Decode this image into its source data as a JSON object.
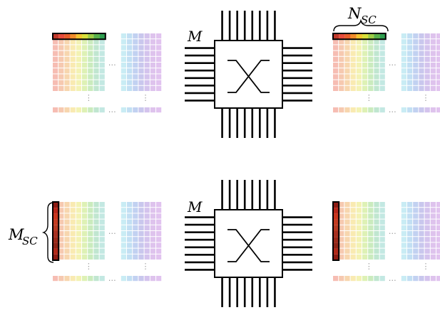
{
  "labels": {
    "m": "M",
    "n_sc_main": "N",
    "n_sc_sub": "SC",
    "m_sc_main": "M",
    "m_sc_sub": "SC",
    "ellipsis": "…",
    "vdots": "⋮"
  },
  "colors": {
    "line": "#000000",
    "highlight_border": "#000000",
    "dots": "#9a9a9a",
    "rainbow": [
      "#f4b2a6",
      "#f4bfa2",
      "#f6cfa0",
      "#f8e6a3",
      "#f1f0a6",
      "#d8efa8",
      "#c1e8b3",
      "#b5e2c8",
      "#b8e4dd"
    ],
    "cool": [
      "#bfe9f2",
      "#b7d9f1",
      "#b7c9ef",
      "#bfbdea",
      "#cdb9ea",
      "#d8b8ea",
      "#dcb8ec"
    ],
    "strip_hi": [
      "#c0392b",
      "#e74c3c",
      "#e85d2a",
      "#f08c2a",
      "#f2c530",
      "#d8e03a",
      "#9ccc45",
      "#59b04a",
      "#2e9e4f"
    ],
    "col_hi": [
      "#8e1b12",
      "#b8271a",
      "#c9361e",
      "#c23b20",
      "#b53a22",
      "#a83020",
      "#9b2a1a",
      "#8e2416",
      "#b02818"
    ]
  },
  "panels": [
    {
      "id": "top-left",
      "highlight": "row"
    },
    {
      "id": "top-right",
      "highlight": "row"
    },
    {
      "id": "bottom-left",
      "highlight": "col"
    },
    {
      "id": "bottom-right",
      "highlight": "col"
    }
  ],
  "switches": [
    {
      "id": "top"
    },
    {
      "id": "bottom"
    }
  ]
}
